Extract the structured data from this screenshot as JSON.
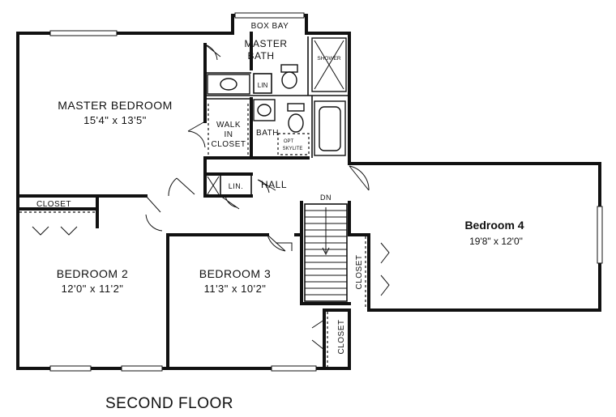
{
  "rooms": {
    "master_bedroom": {
      "name": "MASTER BEDROOM",
      "size": "15'4\" x 13'5\""
    },
    "bedroom_2": {
      "name": "BEDROOM 2",
      "size": "12'0\" x 11'2\""
    },
    "bedroom_3": {
      "name": "BEDROOM 3",
      "size": "11'3\" x 10'2\""
    },
    "bedroom_4": {
      "name": "Bedroom 4",
      "size": "19'8\" x 12'0\""
    },
    "master_bath": {
      "line1": "MASTER",
      "line2": "BATH"
    },
    "bath": {
      "name": "BATH"
    },
    "walk_in_closet": {
      "line1": "WALK",
      "line2": "IN",
      "line3": "CLOSET"
    },
    "hall": {
      "name": "HALL"
    }
  },
  "labels": {
    "box_bay": "BOX BAY",
    "shower": "SHOWER",
    "lin_upper": "LIN",
    "lin_lower": "LIN.",
    "opt_skylite_1": "OPT",
    "opt_skylite_2": "SKYLITE",
    "closet_bedroom2": "CLOSET",
    "closet_bedroom4": "CLOSET",
    "closet_bedroom3": "CLOSET",
    "stairs_dn": "DN"
  },
  "caption": "SECOND FLOOR"
}
